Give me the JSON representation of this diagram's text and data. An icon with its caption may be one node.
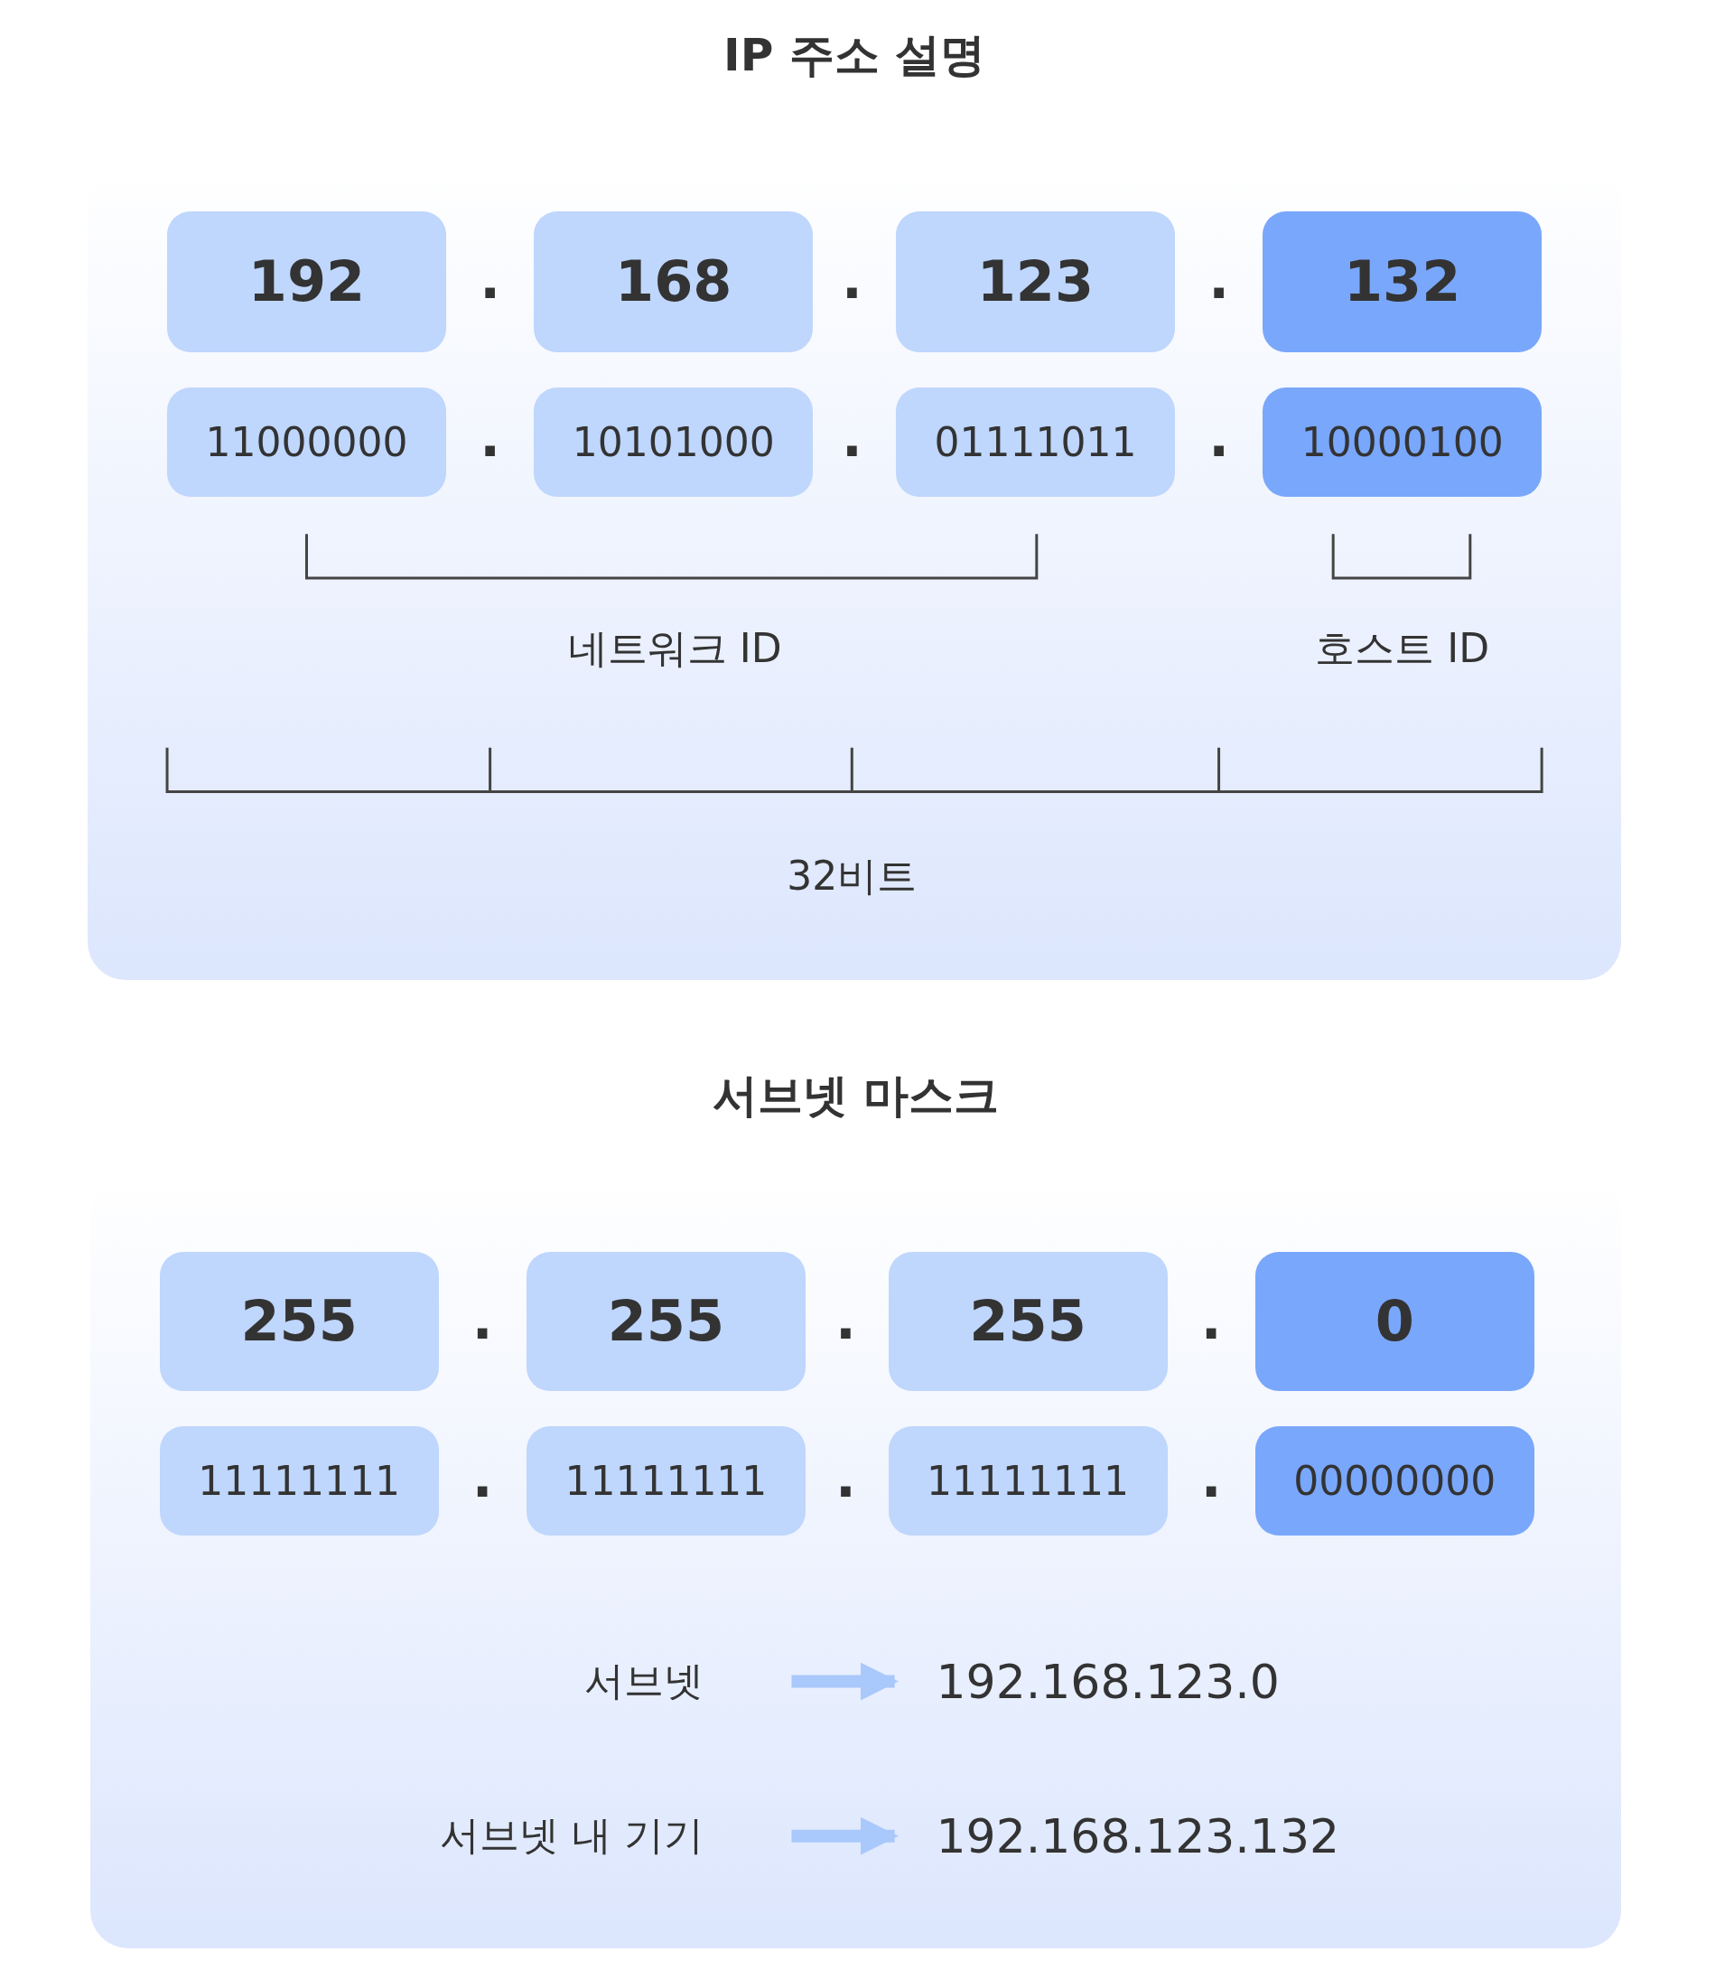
{
  "diagram": {
    "nodes": [
      {
        "text": [
          "IP 주소 설명"
        ]
      },
      {
        "text": [
          "192"
        ],
        "in": 0
      },
      {
        "text": [
          "168"
        ],
        "in": 0
      },
      {
        "text": [
          "123"
        ],
        "in": 0
      },
      {
        "text": [
          "132"
        ],
        "in": 0
      },
      {
        "text": [
          "11000000"
        ],
        "in": 0
      },
      {
        "text": [
          "10101000"
        ],
        "in": 0
      },
      {
        "text": [
          "01111011"
        ],
        "in": 0
      },
      {
        "text": [
          "10000100"
        ],
        "in": 0
      },
      {
        "text": [
          "서브넷 마스크"
        ]
      },
      {
        "text": [
          "255"
        ],
        "in": 9
      },
      {
        "text": [
          "255"
        ],
        "in": 9
      },
      {
        "text": [
          "255"
        ],
        "in": 9
      },
      {
        "text": [
          "0"
        ],
        "in": 9
      },
      {
        "text": [
          "11111111"
        ],
        "in": 9
      },
      {
        "text": [
          "11111111"
        ],
        "in": 9
      },
      {
        "text": [
          "11111111"
        ],
        "in": 9
      },
      {
        "text": [
          "00000000"
        ],
        "in": 9
      },
      {
        "text": [
          "서브넷"
        ],
        "in": 9
      },
      {
        "text": [
          "192.168.123.0"
        ],
        "in": 9
      },
      {
        "text": [
          "서브넷 내 기기"
        ],
        "in": 9
      },
      {
        "text": [
          "192.168.123.132"
        ],
        "in": 9
      }
    ],
    "edges": [
      {
        "from": 18,
        "to": 19,
        "arrow": "to"
      },
      {
        "from": 20,
        "to": 21,
        "arrow": "to"
      }
    ],
    "labels": [
      ".",
      ".",
      ".",
      ".",
      ".",
      ".",
      "네트워크 ID",
      "호스트 ID",
      "32비트",
      ".",
      ".",
      ".",
      ".",
      ".",
      "."
    ]
  }
}
